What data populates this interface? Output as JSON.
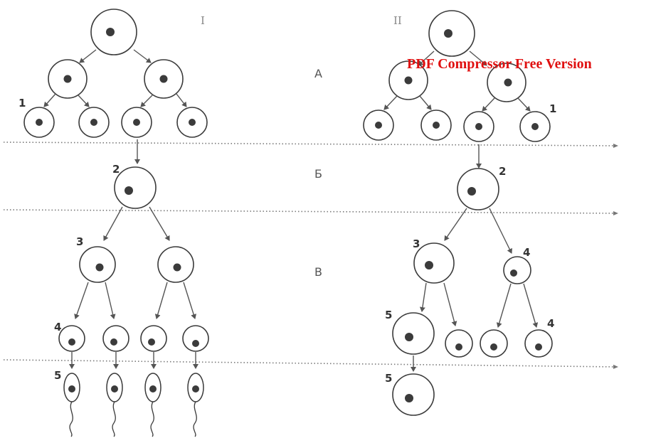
{
  "columns": {
    "left": "I",
    "right": "II"
  },
  "stages": [
    "А",
    "Б",
    "В"
  ],
  "stage_numbers": {
    "one": "1",
    "two": "2",
    "three": "3",
    "four": "4",
    "five": "5"
  },
  "watermark": "PDF Compressor Free Version",
  "colors": {
    "watermark": "#e01010",
    "line": "#3a3a3a",
    "nucleus": "#3b3b3b"
  }
}
